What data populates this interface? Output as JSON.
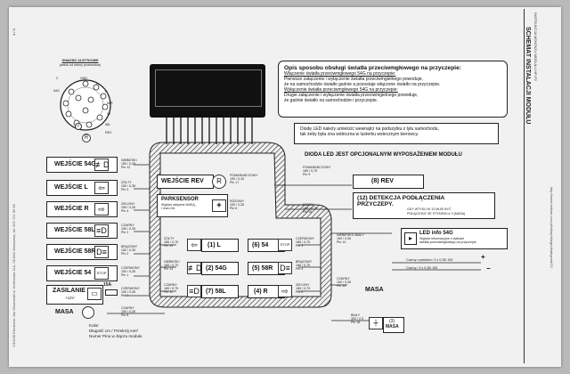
{
  "left_margin": {
    "page_num": "4 / 4",
    "vertical_text": "VIDIUM Electronic Jan Olszewski ul. Królewska 11A, 05-840 Warszawa, tel. 022 721 66 06"
  },
  "right_margin": {
    "title": "SCHEMAT INSTALACJI MODUŁU",
    "subtitle": "INSTRUKCJA MONTAŻU MODUŁU HP-P2",
    "url": "http://www.vidium.com.pl/sklep/allegro/kategoria/23"
  },
  "socket": {
    "title": "GNIAZDO 13-STYKOWE",
    "subtitle": "(widok od strony przewodów)",
    "pins": [
      "2",
      "54G",
      "GND",
      "L",
      "R",
      "58R",
      "54",
      "58L",
      "REV"
    ],
    "p": "P",
    "r": "R"
  },
  "description": {
    "heading": "Opis sposobu obsługi światła przeciwmgłowego na przyczepie:",
    "line1_title": "Włączenie światła przeciwmgłowego 54G na przyczepie:",
    "line1a": "Pierwsze załączenie i wyłączenie światła przeciwmgielnego powoduje,",
    "line1b": "że na samochodzie światło gaśnie a pozostaje włączone światło na przyczepie.",
    "line2_title": "Wyłączenie światła przeciwmgłowego 54G na przyczepie:",
    "line2a": "Drugie załączenie i wyłączenie światła przeciwmgielnego powoduje,",
    "line2b": "że gaśnie światło na samochodzie i przyczepie."
  },
  "led_note": {
    "line1": "Diodę LED należy umieścić wewnątrz na podszybiu z tyłu samochodu,",
    "line2": "tak żeby była ona widoczna w lusterku wstecznym kierowcy."
  },
  "led_optional": "DIODA LED JEST OPCJONALNYM WYPOSAŻENIEM MODUŁU",
  "inputs": [
    {
      "label": "WEJŚCIE 54G",
      "glyph": "≢D",
      "wire": "NIEBIESKI\n150 / 0,35\nPin 12"
    },
    {
      "label": "WEJŚCIE L",
      "glyph": "⇦",
      "wire": "ŻÓŁTY\n150 / 0,35\nPin 3"
    },
    {
      "label": "WEJŚCIE R",
      "glyph": "⇨",
      "wire": "ZIELONY\n150 / 0,35\nPin 4"
    },
    {
      "label": "WEJŚCIE 58L",
      "glyph": "≡D",
      "wire": "CZARNY\n150 / 0,35\nPin 2"
    },
    {
      "label": "WEJŚCIE 58R",
      "glyph": "D≡",
      "wire": "BRĄZOWY\n150 / 0,35\nPin 2"
    },
    {
      "label": "WEJŚCIE 54",
      "glyph": "STOP",
      "wire": "CZERWONY\n150 / 0,35\nPin 1"
    }
  ],
  "power": {
    "label": "ZASILANIE",
    "sub": "+12V",
    "fuse": "15A",
    "wire": "CZERWONY\n150 / 0,35\nPin 7"
  },
  "ground": {
    "label": "MASA",
    "wire": "CZARNY\n150 / 0,35\nPin 8",
    "legend1": "Kolor",
    "legend2": "Długość cm / Przekrój mm²",
    "legend3": "Numer Pinu w złączu modułu"
  },
  "rev_input": {
    "label": "WEJŚCIE REV",
    "wire": "POMARAŃCZOWY\n150 / 0,35\nPin 17"
  },
  "parksensor": {
    "label": "PARKSENSOR",
    "line1": "Wyjście aktywne MASĄ,",
    "line2": "I max=2A",
    "wire": "RÓŻOWY\n150 / 0,35\nPin 6"
  },
  "rev_output": {
    "label": "(8) REV",
    "wire": "POMARAŃCZOWY\n185 / 0,75\nPin 9"
  },
  "detect": {
    "title": "(12) DETEKCJA PODŁĄCZENIA",
    "title2": "PRZYCZEPY.",
    "desc": "GDY WTYKU W 13 MUSI BYĆ",
    "desc2": "POŁĄCZONY ZE STYKIEM nr 3 (MASA)",
    "wire": "SZARY\n185 / 0,75\nPin 16"
  },
  "led_box": {
    "title": "LED info 54G",
    "line1": "Wyjście informacyjne o statusie",
    "line2": "światła przeciwmgłowego na przyczepie",
    "wire_r": "NIEBIESKO-BIAŁY\n150 / 0,35\nPin 14",
    "wire_plus": "Czarny z paskiem / 3 x 0,35/ 150",
    "wire_minus": "Czarny / 3 x 0,35/ 150",
    "masa": "MASA",
    "wire_masa": "CZARNY\n150 / 0,35\nPin 15",
    "plus": "+",
    "minus": "−"
  },
  "outputs_left": [
    {
      "label": "(1) L",
      "glyph": "⇦",
      "wire": "ŻÓŁTY\n185 / 0,75\nPin 10"
    },
    {
      "label": "(2) 54G",
      "glyph": "≢D",
      "wire": "NIEBIESKI\n185 / 0,75\nPin 13"
    },
    {
      "label": "(7) 58L",
      "glyph": "≡D",
      "wire": "CZARNY\n185 / 0,75\nPin 11"
    }
  ],
  "outputs_right": [
    {
      "label": "(6) 54",
      "glyph": "STOP",
      "wire": "CZERWONY\n185 / 0,75\nPin 3"
    },
    {
      "label": "(5) 58R",
      "glyph": "D≡",
      "wire": "BRĄZOWY\n185 / 0,75\nPin 4"
    },
    {
      "label": "(4) R",
      "glyph": "⇨",
      "wire": "ZIELONY\n185 / 0,75\nPin 5"
    }
  ],
  "out_masa": {
    "label": "(3)",
    "label2": "MASA",
    "wire": "BIAŁY\n300 / 2,5\nPin 18"
  }
}
